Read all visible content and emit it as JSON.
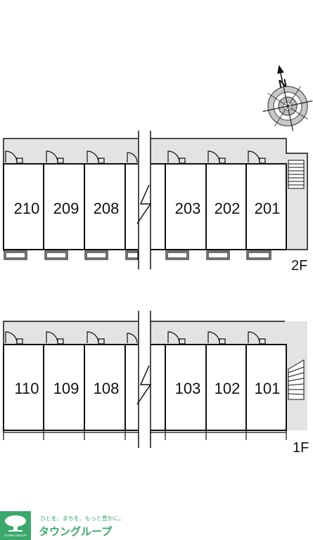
{
  "compass": {
    "north_label": "N"
  },
  "floors": [
    {
      "label": "2F",
      "units_left": [
        "210",
        "209",
        "208"
      ],
      "units_right": [
        "203",
        "202",
        "201"
      ]
    },
    {
      "label": "1F",
      "units_left": [
        "110",
        "109",
        "108"
      ],
      "units_right": [
        "103",
        "102",
        "101"
      ]
    }
  ],
  "branding": {
    "tagline": "ひとを、まちを、もっと豊かに。",
    "name": "タウングループ",
    "logo_text": "TOWN GROUP"
  },
  "colors": {
    "corridor": "#e3e3e3",
    "wall": "#111111",
    "brand_green": "#3aa96b"
  }
}
